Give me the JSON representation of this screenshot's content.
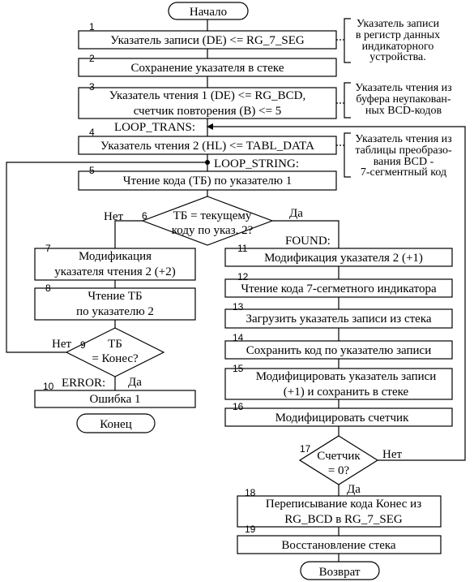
{
  "terminals": {
    "start": "Начало",
    "end": "Конец",
    "return": "Возврат"
  },
  "blocks": {
    "b1": [
      "Указатель записи (DE) <= RG_7_SEG"
    ],
    "b2": [
      "Сохранение указателя в стеке"
    ],
    "b3": [
      "Указатель чтения 1 (DE) <= RG_BCD,",
      "счетчик повторения (B) <= 5"
    ],
    "b4": [
      "Указатель чтения 2 (HL) <= TABL_DATA"
    ],
    "b5": [
      "Чтение кода (ТБ) по указателю 1"
    ],
    "b7": [
      "Модификация",
      "указателя чтения 2 (+2)"
    ],
    "b8": [
      "Чтение ТБ",
      "по указателю 2"
    ],
    "b10": [
      "Ошибка 1"
    ],
    "b11": [
      "Модификация указателя 2 (+1)"
    ],
    "b12": [
      "Чтение кода 7-сегметного индикатора"
    ],
    "b13": [
      "Загрузить указатель записи из стека"
    ],
    "b14": [
      "Сохранить  код по указателю записи"
    ],
    "b15": [
      "Модифицировать указатель записи",
      "(+1) и сохранить в стеке"
    ],
    "b16": [
      "Модифицировать счетчик"
    ],
    "b18": [
      "Переписывание кода Конес из",
      "RG_BCD в RG_7_SEG"
    ],
    "b19": [
      "Восстановление стека"
    ]
  },
  "decisions": {
    "d6": [
      "ТБ = текущему",
      "коду  по указ. 2?"
    ],
    "d9": [
      "ТБ",
      "=  Конес?"
    ],
    "d17": [
      "Счетчик",
      "= 0?"
    ]
  },
  "numbers": {
    "n1": "1",
    "n2": "2",
    "n3": "3",
    "n4": "4",
    "n5": "5",
    "n6": "6",
    "n7": "7",
    "n8": "8",
    "n9": "9",
    "n10": "10",
    "n11": "11",
    "n12": "12",
    "n13": "13",
    "n14": "14",
    "n15": "15",
    "n16": "16",
    "n17": "17",
    "n18": "18",
    "n19": "19"
  },
  "labels": {
    "loop_trans": "LOOP_TRANS:",
    "loop_string": "LOOP_STRING:",
    "found": "FOUND:",
    "error": "ERROR:",
    "yes": "Да",
    "no": "Нет"
  },
  "comments": {
    "c1": [
      "Указатель записи",
      "в регистр данных",
      "индикаторного",
      "устройства."
    ],
    "c3": [
      "Указатель чтения из",
      "буфера неупакован-",
      "ных BCD-кодов"
    ],
    "c4": [
      "Указатель чтения из",
      "таблицы преобразо-",
      "вания BCD -",
      "7-сегментный код"
    ]
  }
}
